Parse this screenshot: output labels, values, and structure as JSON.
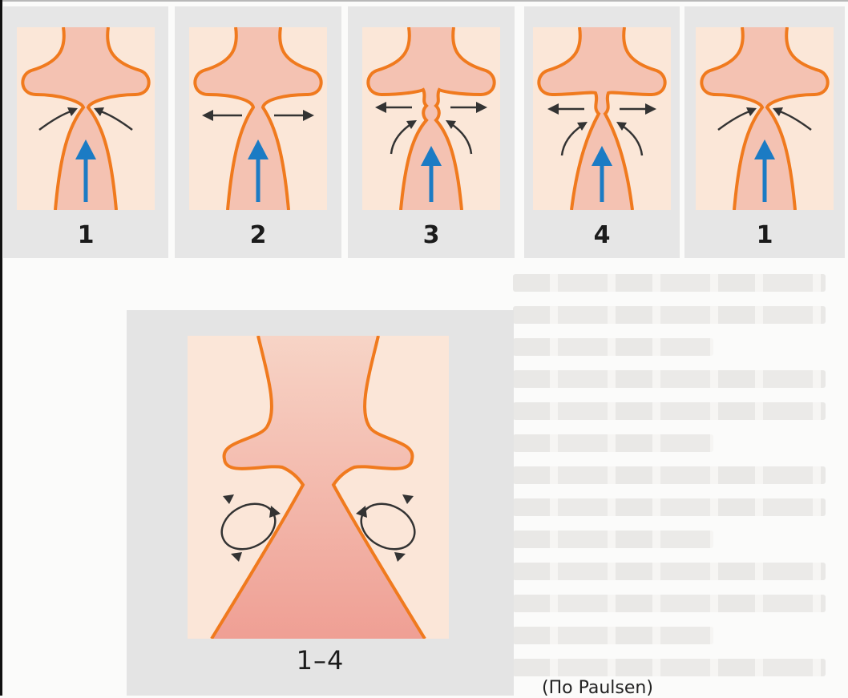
{
  "panels": [
    {
      "label": "1",
      "stage": "closed"
    },
    {
      "label": "2",
      "stage": "opening"
    },
    {
      "label": "3",
      "stage": "open"
    },
    {
      "label": "4",
      "stage": "closing"
    },
    {
      "label": "1",
      "stage": "closed"
    }
  ],
  "summary": {
    "label": "1–4"
  },
  "credit": "(По Paulsen)",
  "colors": {
    "outline": "#f07a1e",
    "tissue": "#f2b5a3",
    "airflow": "#1b7bc4",
    "vortex": "#333333"
  }
}
